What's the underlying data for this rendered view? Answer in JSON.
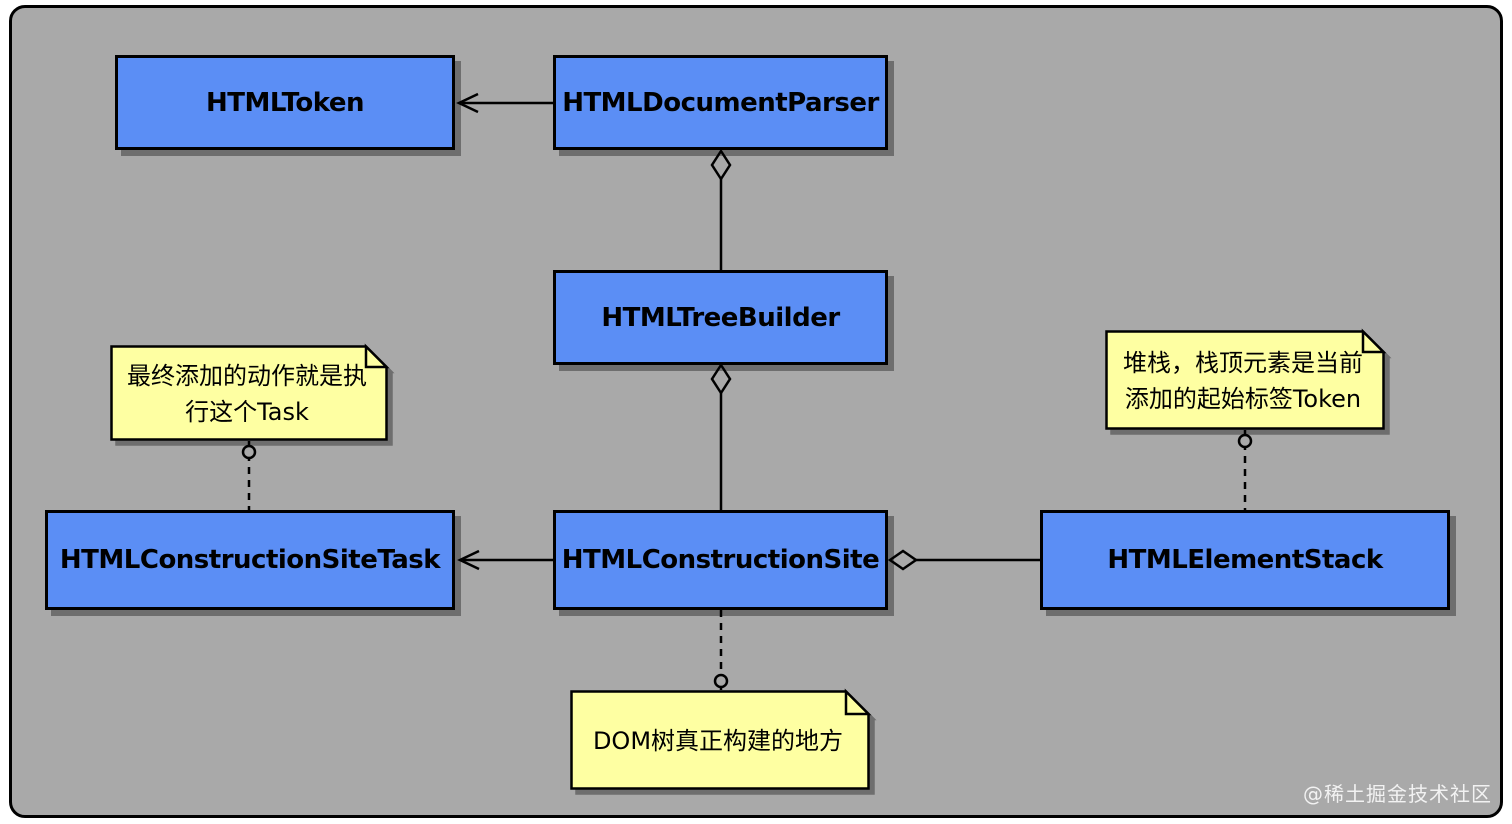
{
  "colors": {
    "background": "#a9a9a9",
    "class_fill": "#5b8ef5",
    "note_fill": "#feffa2",
    "stroke": "#000000"
  },
  "classes": {
    "html_token": "HTMLToken",
    "html_document_parser": "HTMLDocumentParser",
    "html_tree_builder": "HTMLTreeBuilder",
    "html_construction_site_task": "HTMLConstructionSiteTask",
    "html_construction_site": "HTMLConstructionSite",
    "html_element_stack": "HTMLElementStack"
  },
  "notes": {
    "task_note": "最终添加的动作就是执\n行这个Task",
    "stack_note": "堆栈，栈顶元素是当前\n添加的起始标签Token",
    "dom_note": "DOM树真正构建的地方"
  },
  "watermark": "@稀土掘金技术社区"
}
